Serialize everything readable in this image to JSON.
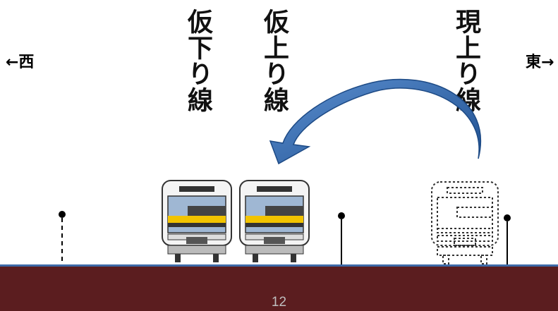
{
  "directions": {
    "west": "←西",
    "east": "東→"
  },
  "track_labels": {
    "temporary_down": "仮下り線",
    "temporary_up": "仮上り線",
    "current_up": "現上り線"
  },
  "page_number": "12",
  "colors": {
    "ground": "#5b1d1f",
    "ground_edge": "#3d6aa8",
    "arrow": "#2e63a6",
    "train_body": "#f2f2f2",
    "train_stripe": "#f2c400",
    "pole": "#000000"
  },
  "icons": {
    "move_arrow": "curved-arrow-icon",
    "train": "train-front-icon"
  }
}
